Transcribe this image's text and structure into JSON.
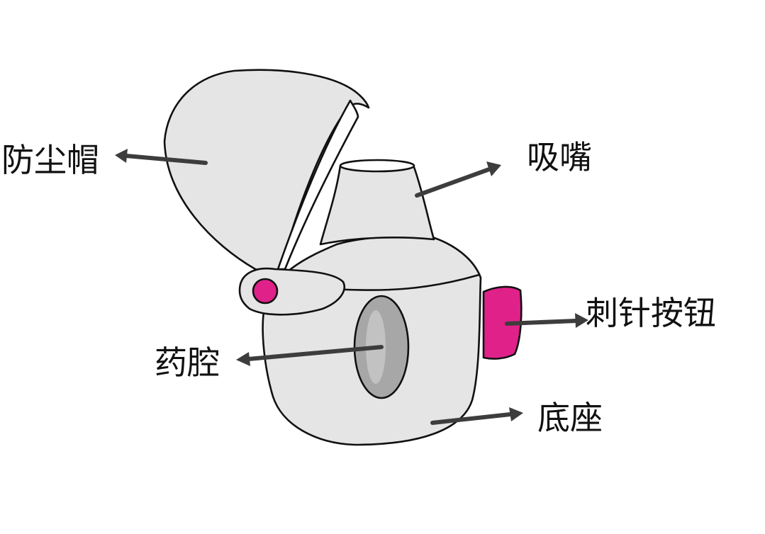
{
  "labels": {
    "dust_cap": "防尘帽",
    "mouthpiece": "吸嘴",
    "piercing_button": "刺针按钮",
    "drug_chamber": "药腔",
    "base": "底座"
  },
  "colors": {
    "background": "#ffffff",
    "body_fill": "#e5e5e5",
    "outline": "#111111",
    "accent_magenta": "#e0218a",
    "chamber_window": "#a7a7a7",
    "arrow": "#3d3d3d",
    "label_text": "#111111"
  },
  "icons": {
    "inhaler_illustration": "dry-powder-inhaler"
  }
}
